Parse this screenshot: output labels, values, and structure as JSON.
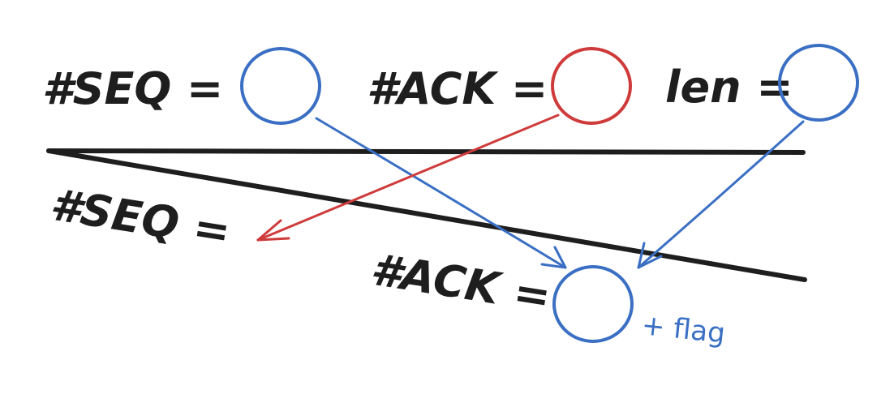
{
  "colors": {
    "ink": "#1e1e1e",
    "blue": "#3a6fc4",
    "red": "#cf3b3b",
    "background": "#ffffff"
  },
  "top_row": {
    "seq_label": "#SEQ =",
    "ack_label": "#ACK =",
    "len_label": "len ="
  },
  "reply_row": {
    "seq_label": "#SEQ =",
    "ack_label": "#ACK =",
    "flag_note": "+ flag"
  }
}
